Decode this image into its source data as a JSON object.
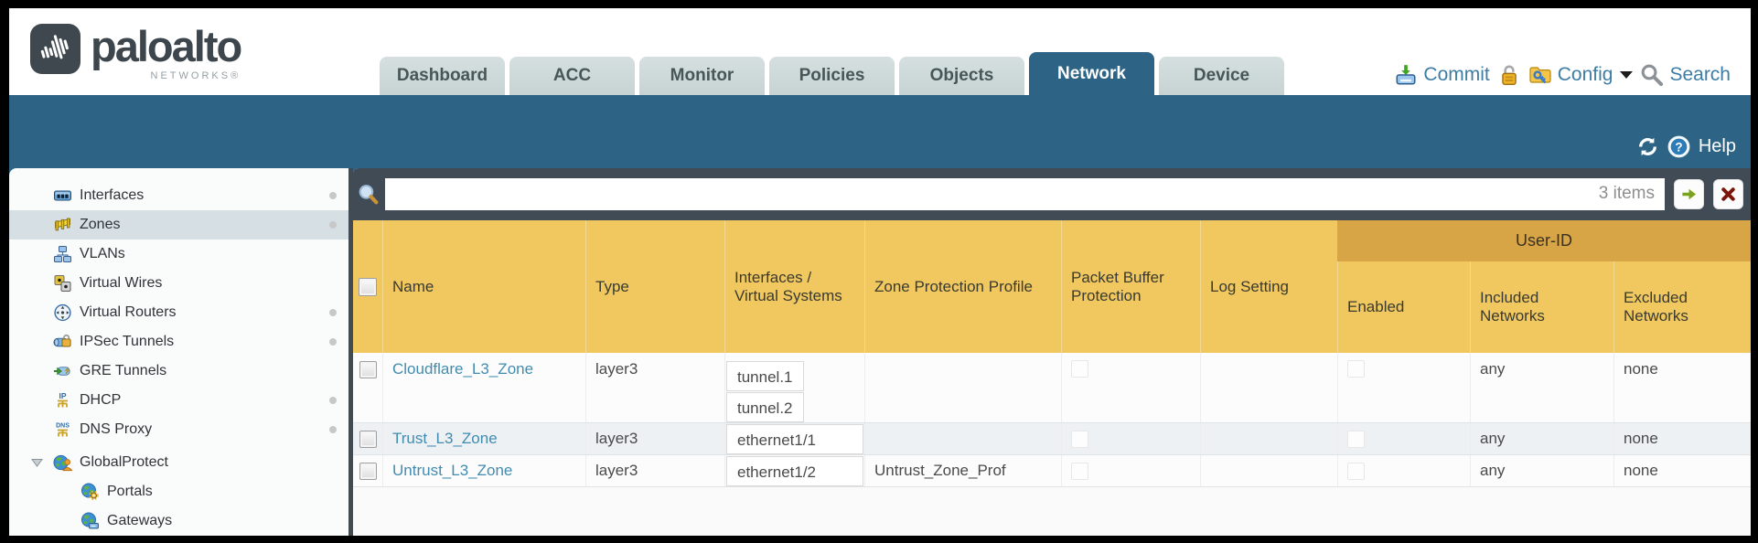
{
  "header": {
    "brand": "paloalto",
    "brand_sub": "NETWORKS®",
    "tabs": [
      {
        "label": "Dashboard",
        "active": false
      },
      {
        "label": "ACC",
        "active": false
      },
      {
        "label": "Monitor",
        "active": false
      },
      {
        "label": "Policies",
        "active": false
      },
      {
        "label": "Objects",
        "active": false
      },
      {
        "label": "Network",
        "active": true
      },
      {
        "label": "Device",
        "active": false
      }
    ],
    "actions": {
      "commit_label": "Commit",
      "config_label": "Config",
      "search_label": "Search"
    }
  },
  "subheader": {
    "help_label": "Help"
  },
  "sidebar": {
    "items": [
      {
        "label": "Interfaces",
        "icon": "interfaces-icon",
        "dot": true,
        "selected": false,
        "indent": false,
        "expandable": false
      },
      {
        "label": "Zones",
        "icon": "zones-icon",
        "dot": true,
        "selected": true,
        "indent": false,
        "expandable": false
      },
      {
        "label": "VLANs",
        "icon": "vlans-icon",
        "dot": false,
        "selected": false,
        "indent": false,
        "expandable": false
      },
      {
        "label": "Virtual Wires",
        "icon": "virtual-wires-icon",
        "dot": false,
        "selected": false,
        "indent": false,
        "expandable": false
      },
      {
        "label": "Virtual Routers",
        "icon": "virtual-routers-icon",
        "dot": true,
        "selected": false,
        "indent": false,
        "expandable": false
      },
      {
        "label": "IPSec Tunnels",
        "icon": "ipsec-tunnels-icon",
        "dot": true,
        "selected": false,
        "indent": false,
        "expandable": false
      },
      {
        "label": "GRE Tunnels",
        "icon": "gre-tunnels-icon",
        "dot": false,
        "selected": false,
        "indent": false,
        "expandable": false
      },
      {
        "label": "DHCP",
        "icon": "dhcp-icon",
        "dot": true,
        "selected": false,
        "indent": false,
        "expandable": false
      },
      {
        "label": "DNS Proxy",
        "icon": "dns-proxy-icon",
        "dot": true,
        "selected": false,
        "indent": false,
        "expandable": false
      },
      {
        "label": "GlobalProtect",
        "icon": "globalprotect-icon",
        "dot": false,
        "selected": false,
        "indent": false,
        "expandable": true
      },
      {
        "label": "Portals",
        "icon": "portals-icon",
        "dot": false,
        "selected": false,
        "indent": true,
        "expandable": false
      },
      {
        "label": "Gateways",
        "icon": "gateways-icon",
        "dot": false,
        "selected": false,
        "indent": true,
        "expandable": false
      }
    ]
  },
  "content": {
    "filter": {
      "value": "",
      "items_count": "3 items"
    },
    "table": {
      "group_header": "User-ID",
      "columns": [
        {
          "key": "checkbox",
          "label": ""
        },
        {
          "key": "name",
          "label": "Name"
        },
        {
          "key": "type",
          "label": "Type"
        },
        {
          "key": "interfaces",
          "label": "Interfaces / Virtual Systems"
        },
        {
          "key": "zone_protection_profile",
          "label": "Zone Protection Profile"
        },
        {
          "key": "packet_buffer_protection",
          "label": "Packet Buffer Protection"
        },
        {
          "key": "log_setting",
          "label": "Log Setting"
        },
        {
          "key": "user_id_enabled",
          "label": "Enabled"
        },
        {
          "key": "included_networks",
          "label": "Included Networks"
        },
        {
          "key": "excluded_networks",
          "label": "Excluded Networks"
        }
      ],
      "rows": [
        {
          "name": "Cloudflare_L3_Zone",
          "type": "layer3",
          "interfaces": [
            "tunnel.1",
            "tunnel.2"
          ],
          "zone_protection_profile": "",
          "packet_buffer_protection": false,
          "log_setting": "",
          "user_id_enabled": false,
          "included_networks": "any",
          "excluded_networks": "none"
        },
        {
          "name": "Trust_L3_Zone",
          "type": "layer3",
          "interfaces": [
            "ethernet1/1"
          ],
          "zone_protection_profile": "",
          "packet_buffer_protection": false,
          "log_setting": "",
          "user_id_enabled": false,
          "included_networks": "any",
          "excluded_networks": "none"
        },
        {
          "name": "Untrust_L3_Zone",
          "type": "layer3",
          "interfaces": [
            "ethernet1/2"
          ],
          "zone_protection_profile": "Untrust_Zone_Prof",
          "packet_buffer_protection": false,
          "log_setting": "",
          "user_id_enabled": false,
          "included_networks": "any",
          "excluded_networks": "none"
        }
      ]
    }
  },
  "colors": {
    "accent_teal": "#2d6485",
    "dark_slate": "#414b55",
    "header_yellow": "#f0c85f",
    "user_id_band": "#d7a546",
    "link_blue": "#418caf",
    "action_blue": "#3c7da5"
  }
}
